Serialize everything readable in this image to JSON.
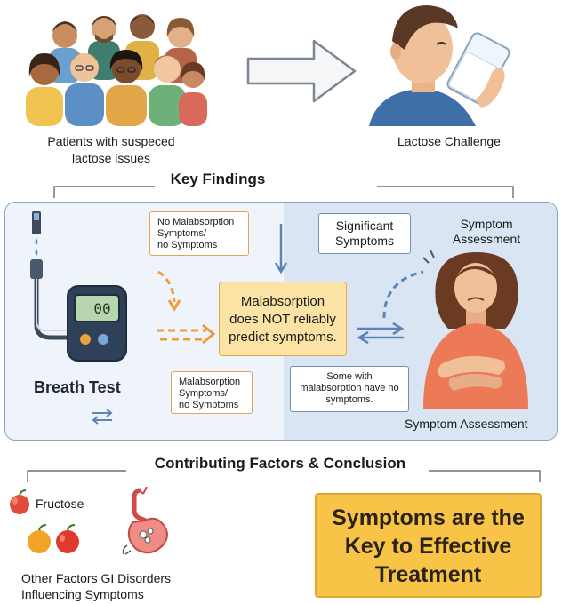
{
  "top": {
    "patients_caption": "Patients with suspeced\nlactose issues",
    "challenge_caption": "Lactose Challenge"
  },
  "key_findings": {
    "heading": "Key Findings",
    "bubble_no_malabsorption": "No Malabsorption\nSymptoms/\nno Symptoms",
    "bubble_malabsorption": "Malabsorption\nSymptoms/\nno Symptoms",
    "center_box": "Malabsorption\ndoes NOT reliably\npredict symptoms.",
    "significant_symptoms": "Significant\nSymptoms",
    "symptom_assessment_top": "Symptom\nAssessment",
    "some_with": "Some with\nmalabsorption have no\nsymptoms.",
    "symptom_assessment_bottom": "Symptom Assessment",
    "breath_test_label": "Breath Test",
    "device_display": "00"
  },
  "factors": {
    "heading": "Contributing Factors & Conclusion",
    "fructose": "Fructose",
    "other": "Other Factors GI Disorders\nInfluencing Symptoms",
    "conclusion": "Symptoms are the\nKey to Effective\nTreatment"
  },
  "colors": {
    "accent_orange": "#f29a3a",
    "accent_blue": "#5b84b8",
    "conclusion_bg": "#f7c448",
    "center_box_bg": "#fbe3a5"
  }
}
